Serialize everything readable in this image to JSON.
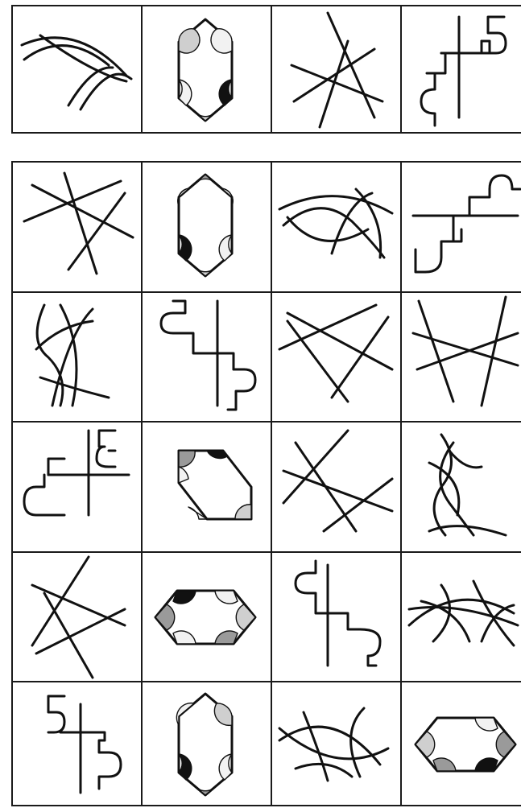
{
  "puzzle": {
    "question_row": [
      {
        "figure": "crossing-arcs"
      },
      {
        "figure": "hexagon-sectors"
      },
      {
        "figure": "crossing-lines"
      },
      {
        "figure": "step-lines"
      }
    ],
    "answer_rows": [
      [
        {
          "figure": "crossing-lines"
        },
        {
          "figure": "hexagon-sectors"
        },
        {
          "figure": "crossing-arcs"
        },
        {
          "figure": "step-lines"
        }
      ],
      [
        {
          "figure": "crossing-arcs"
        },
        {
          "figure": "step-lines"
        },
        {
          "figure": "crossing-lines"
        },
        {
          "figure": "crossing-lines"
        }
      ],
      [
        {
          "figure": "step-lines"
        },
        {
          "figure": "hexagon-sectors"
        },
        {
          "figure": "crossing-lines"
        },
        {
          "figure": "crossing-arcs"
        }
      ],
      [
        {
          "figure": "crossing-lines"
        },
        {
          "figure": "hexagon-sectors"
        },
        {
          "figure": "step-lines"
        },
        {
          "figure": "crossing-arcs"
        }
      ],
      [
        {
          "figure": "step-lines"
        },
        {
          "figure": "hexagon-sectors"
        },
        {
          "figure": "crossing-arcs"
        },
        {
          "figure": "hexagon-sectors"
        }
      ]
    ]
  }
}
